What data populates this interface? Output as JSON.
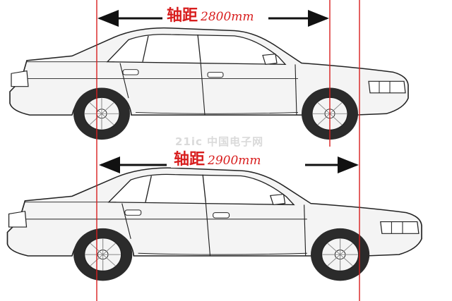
{
  "colors": {
    "line": "#222222",
    "accent": "#d81e1e",
    "body": "#f4f4f4"
  },
  "top": {
    "label_cjk": "轴距",
    "label_value": "2800mm"
  },
  "bottom": {
    "label_cjk": "轴距",
    "label_value": "2900mm"
  },
  "watermark": {
    "logo": "21ic",
    "text": "中国电子网"
  }
}
